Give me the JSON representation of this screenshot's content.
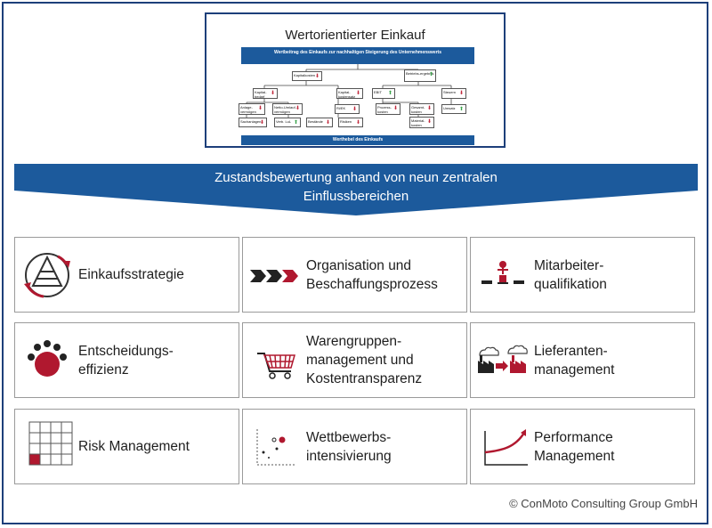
{
  "tree": {
    "title": "Wertorientierter Einkauf",
    "header": "Wertbeitrag des Einkaufs zur nachhaltigen Steigerung des Unternehmenswerts",
    "footer": "Werthebel des Einkaufs",
    "nodes": {
      "kapitalkosten": "Kapitalkosten",
      "betriebsergebnis": "Betriebs-ergebnis",
      "kapitalbedarf": "Kapital-bedarf",
      "kapitalkostensatz": "Kapital-kostensatz",
      "ebit": "EBIT",
      "steuern": "Steuern",
      "anlagevermoegen": "Anlage-vermögen",
      "nettoumlauf": "Netto-Umlauf-vermögen",
      "rirek": "Ri/EK",
      "gesamtkosten": "Gesamt-kosten",
      "umsatz": "Umsatz",
      "sachanlagen": "Sachanlagen",
      "verblul": "Verb. LuL",
      "bestaende": "Bestände",
      "risiken": "Risiken",
      "prozesskosten": "Prozess-kosten",
      "materialkosten": "Material-kosten"
    }
  },
  "banner": {
    "line1": "Zustandsbewertung anhand von neun zentralen",
    "line2": "Einflussbereichen",
    "color": "#1c5a9c"
  },
  "areas": [
    {
      "label": "Einkaufsstrategie",
      "icon": "pyramid-cycle-icon"
    },
    {
      "label": "Organisation und\nBeschaffungsprozess",
      "icon": "process-chevrons-icon"
    },
    {
      "label": "Mitarbeiter-\nqualifikation",
      "icon": "podium-person-icon"
    },
    {
      "label": "Entscheidungs-\neffizienz",
      "icon": "decision-circle-icon"
    },
    {
      "label": "Warengruppen-\nmanagement und\nKostentransparenz",
      "icon": "shopping-cart-icon"
    },
    {
      "label": "Lieferanten-\nmanagement",
      "icon": "factories-icon"
    },
    {
      "label": "Risk Management",
      "icon": "risk-matrix-icon"
    },
    {
      "label": "Wettbewerbs-\nintensivierung",
      "icon": "scatter-plot-icon"
    },
    {
      "label": "Performance\nManagement",
      "icon": "growth-curve-icon"
    }
  ],
  "accent": "#b0182f",
  "copyright": "© ConMoto Consulting Group GmbH"
}
